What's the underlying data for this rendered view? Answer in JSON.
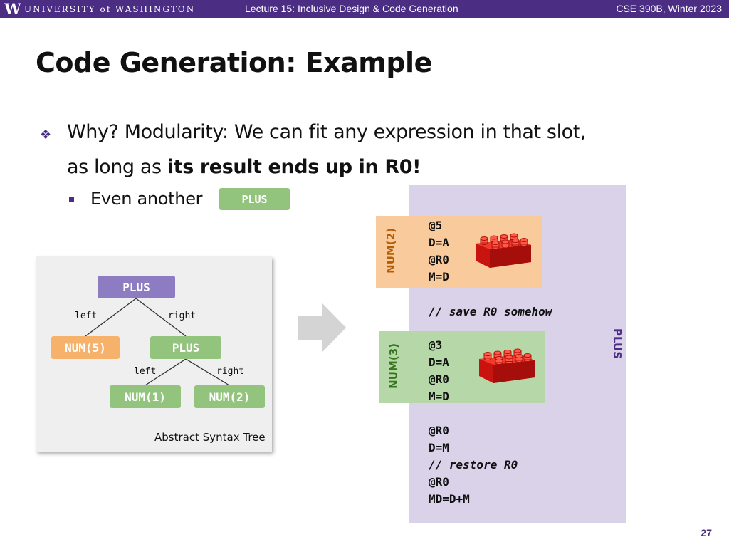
{
  "header": {
    "university_logo_letter": "W",
    "university_name": "UNIVERSITY of WASHINGTON",
    "lecture": "Lecture 15: Inclusive Design & Code Generation",
    "course": "CSE 390B, Winter 2023"
  },
  "title": "Code Generation: Example",
  "bullet": {
    "line1": "Why? Modularity: We can fit any expression in that slot,",
    "line2_plain": "as long as ",
    "line2_bold": "its result ends up in R0!",
    "sub_text": "Even another",
    "sub_pill": "PLUS"
  },
  "ast": {
    "root": "PLUS",
    "root_left_label": "left",
    "root_right_label": "right",
    "left_child": "NUM(5)",
    "right_child": "PLUS",
    "inner_left_label": "left",
    "inner_right_label": "right",
    "inner_left": "NUM(1)",
    "inner_right": "NUM(2)",
    "caption": "Abstract Syntax Tree"
  },
  "codegen": {
    "plus_label": "PLUS",
    "num2_label": "NUM(2)",
    "num2_code": [
      "@5",
      "D=A",
      "@R0",
      "M=D"
    ],
    "save_comment": "// save R0 somehow",
    "num3_label": "NUM(3)",
    "num3_code": [
      "@3",
      "D=A",
      "@R0",
      "M=D"
    ],
    "tail_code": [
      "@R0",
      "D=M"
    ],
    "restore_comment": "// restore R0",
    "tail_code2": [
      "@R0",
      "MD=D+M"
    ]
  },
  "colors": {
    "uw_purple": "#4b2e83",
    "green_pill": "#93c47d",
    "purple_pill": "#8e7cc3",
    "orange_pill": "#f6b26b",
    "plus_panel": "#d9d2e9",
    "num2_box": "#f9cb9c",
    "num3_box": "#b6d7a8",
    "lego_red": "#e8241b"
  },
  "icons": [
    "diamond-bullet-icon",
    "square-bullet-icon",
    "right-arrow-icon",
    "lego-brick-icon"
  ],
  "page_number": "27"
}
